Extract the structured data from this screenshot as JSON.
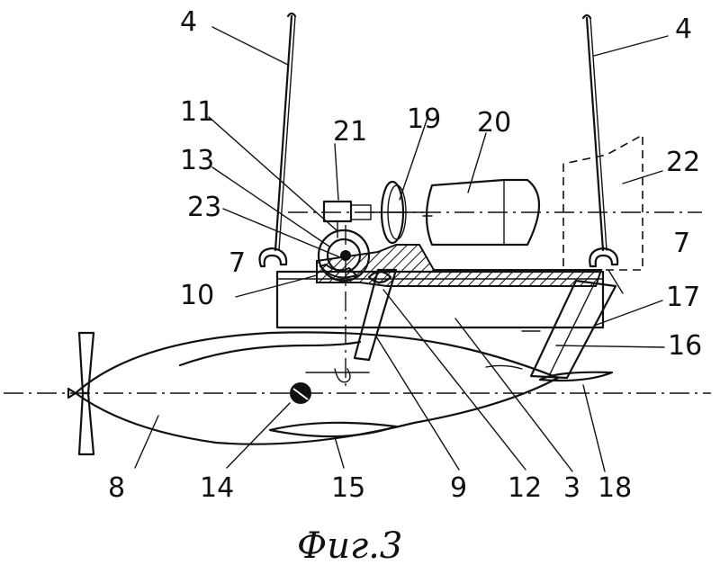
{
  "figure": {
    "caption": "Фиг.3",
    "labels": [
      {
        "id": "label-4-left",
        "text": "4"
      },
      {
        "id": "label-4-right",
        "text": "4"
      },
      {
        "id": "label-11",
        "text": "11"
      },
      {
        "id": "label-21",
        "text": "21"
      },
      {
        "id": "label-19",
        "text": "19"
      },
      {
        "id": "label-20",
        "text": "20"
      },
      {
        "id": "label-13",
        "text": "13"
      },
      {
        "id": "label-22",
        "text": "22"
      },
      {
        "id": "label-23",
        "text": "23"
      },
      {
        "id": "label-7-left",
        "text": "7"
      },
      {
        "id": "label-7-right",
        "text": "7"
      },
      {
        "id": "label-10",
        "text": "10"
      },
      {
        "id": "label-17",
        "text": "17"
      },
      {
        "id": "label-16",
        "text": "16"
      },
      {
        "id": "label-8",
        "text": "8"
      },
      {
        "id": "label-14",
        "text": "14"
      },
      {
        "id": "label-15",
        "text": "15"
      },
      {
        "id": "label-9",
        "text": "9"
      },
      {
        "id": "label-12",
        "text": "12"
      },
      {
        "id": "label-3",
        "text": "3"
      },
      {
        "id": "label-18",
        "text": "18"
      }
    ]
  }
}
